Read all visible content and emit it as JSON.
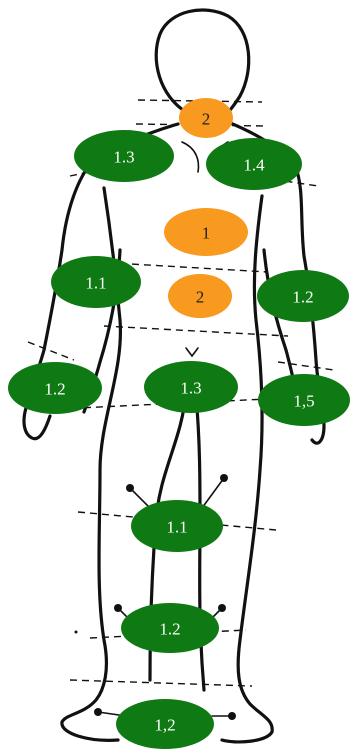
{
  "colors": {
    "green": "#0f7a14",
    "orange": "#f79a1f",
    "label_on_green": "#ffffff",
    "label_on_orange": "#222222"
  },
  "markers": [
    {
      "id": "neck",
      "label": "2",
      "color": "orange"
    },
    {
      "id": "left-shoulder",
      "label": "1.3",
      "color": "green"
    },
    {
      "id": "right-shoulder",
      "label": "1.4",
      "color": "green"
    },
    {
      "id": "chest",
      "label": "1",
      "color": "orange"
    },
    {
      "id": "abdomen",
      "label": "2",
      "color": "orange"
    },
    {
      "id": "left-upper-arm",
      "label": "1.1",
      "color": "green"
    },
    {
      "id": "right-upper-arm",
      "label": "1.2",
      "color": "green"
    },
    {
      "id": "left-forearm",
      "label": "1.2",
      "color": "green"
    },
    {
      "id": "groin",
      "label": "1.3",
      "color": "green"
    },
    {
      "id": "right-forearm",
      "label": "1,5",
      "color": "green"
    },
    {
      "id": "knee",
      "label": "1.1",
      "color": "green"
    },
    {
      "id": "calf",
      "label": "1.2",
      "color": "green"
    },
    {
      "id": "ankle",
      "label": "1,2",
      "color": "green"
    }
  ]
}
